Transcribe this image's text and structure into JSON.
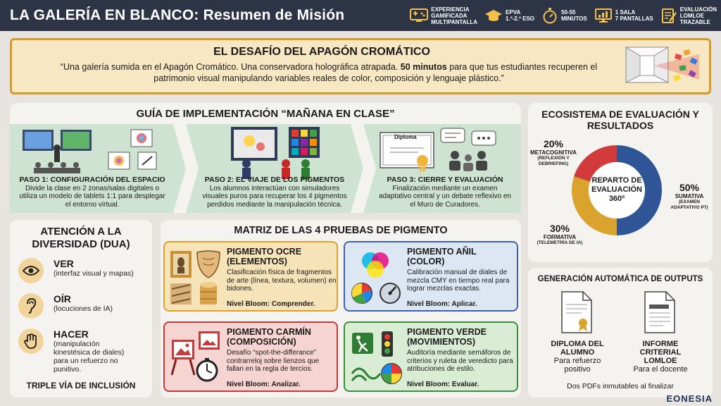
{
  "header": {
    "title": "LA GALERÍA EN BLANCO: Resumen de Misión",
    "badges": [
      {
        "icon": "gamepad-icon",
        "text": "Experiencia\nGamificada\nMultipantalla"
      },
      {
        "icon": "graduation-cap-icon",
        "text": "EPVA\n1.º-2.º ESO"
      },
      {
        "icon": "stopwatch-icon",
        "text": "50-55\nMINUTOS"
      },
      {
        "icon": "monitor-icon",
        "text": "1 SALA\n7 PANTALLAS"
      },
      {
        "icon": "checklist-icon",
        "text": "EVALUACIÓN\nLOMLOE\nTRAZABLE"
      }
    ]
  },
  "hero": {
    "title": "EL DESAFÍO DEL APAGÓN CROMÁTICO",
    "text_before": "“Una galería sumida en el Apagón Cromático. Una conservadora holográfica atrapada. ",
    "text_bold": "50 minutos",
    "text_after": " para que tus estudiantes recuperen el patrimonio visual manipulando variables reales de color, composición y lenguaje plástico.”"
  },
  "implementation": {
    "title": "GUÍA DE IMPLEMENTACIÓN “MAÑANA EN CLASE”",
    "steps": [
      {
        "title": "PASO 1: CONFIGURACIÓN DEL ESPACIO",
        "text": "Divide la clase en 2 zonas/salas digitales o utiliza un modelo de tablets 1:1 para desplegar el entorno virtual."
      },
      {
        "title": "PASO 2: EL VIAJE DE LOS PIGMENTOS",
        "text": "Los alumnos interactúan con simuladores visuales puros para recuperar los 4 pigmentos perdidos mediante la manipulación técnica."
      },
      {
        "title": "PASO 3: CIERRE Y EVALUACIÓN",
        "text": "Finalización mediante un examen adaptativo central y un debate reflexivo en el Muro de Curadores."
      }
    ],
    "diploma_label": "Diploma"
  },
  "evaluation": {
    "title": "ECOSISTEMA DE EVALUACIÓN Y RESULTADOS",
    "center_label": "REPARTO DE EVALUACIÓN 360º",
    "colors": {
      "sumativa": "#2f5597",
      "formativa": "#d9a32e",
      "metacognitiva": "#d23b3b"
    },
    "segments": [
      {
        "pct": "50%",
        "name": "SUMATIVA",
        "detail": "(EXAMEN ADAPTATIVO P7)"
      },
      {
        "pct": "30%",
        "name": "FORMATIVA",
        "detail": "(TELEMETRÍA DE IA)"
      },
      {
        "pct": "20%",
        "name": "METACOGNITIVA",
        "detail": "(REFLEXIÓN Y DEBRIEFING)"
      }
    ]
  },
  "dua": {
    "title": "ATENCIÓN A LA DIVERSIDAD (DUA)",
    "items": [
      {
        "icon": "eye-icon",
        "title": "VER",
        "text": "(interfaz visual y mapas)"
      },
      {
        "icon": "ear-icon",
        "title": "OÍR",
        "text": "(locuciones de IA)"
      },
      {
        "icon": "hand-icon",
        "title": "HACER",
        "text": "(manipulación kinestésica de diales) para un refuerzo no punitivo."
      }
    ],
    "footer": "TRIPLE VÍA DE INCLUSIÓN"
  },
  "matrix": {
    "title": "MATRIZ DE LAS 4 PRUEBAS DE PIGMENTO",
    "pigments": [
      {
        "title": "PIGMENTO OCRE (ELEMENTOS)",
        "desc": "Clasificación física de fragmentos de arte (línea, textura, volumen) en bidones.",
        "bloom": "Nivel Bloom: Comprender."
      },
      {
        "title": "PIGMENTO AÑIL (COLOR)",
        "desc": "Calibración manual de diales de mezcla CMY en tiempo real para lograr mezclas exactas.",
        "bloom": "Nivel Bloom: Aplicar."
      },
      {
        "title": "PIGMENTO CARMÍN (COMPOSICIÓN)",
        "desc": "Desafío “spot-the-differance” contrarreloj sobre lienzos que fallan en la regla de tercios.",
        "bloom": "Nivel Bloom: Analizar."
      },
      {
        "title": "PIGMENTO VERDE (MOVIMIENTOS)",
        "desc": "Auditoría mediante semáforos de criterios y ruleta de veredicto para atribuciones de estilo.",
        "bloom": "Nivel Bloom: Evaluar."
      }
    ]
  },
  "outputs": {
    "title": "GENERACIÓN AUTOMÁTICA DE OUTPUTS",
    "docs": [
      {
        "title": "DIPLOMA DEL ALUMNO",
        "text": "Para refuerzo positivo"
      },
      {
        "title": "INFORME CRITERIAL LOMLOE",
        "text": "Para el docente"
      }
    ],
    "footer": "Dos PDFs inmutables al finalizar"
  },
  "brand": "EONESIA"
}
